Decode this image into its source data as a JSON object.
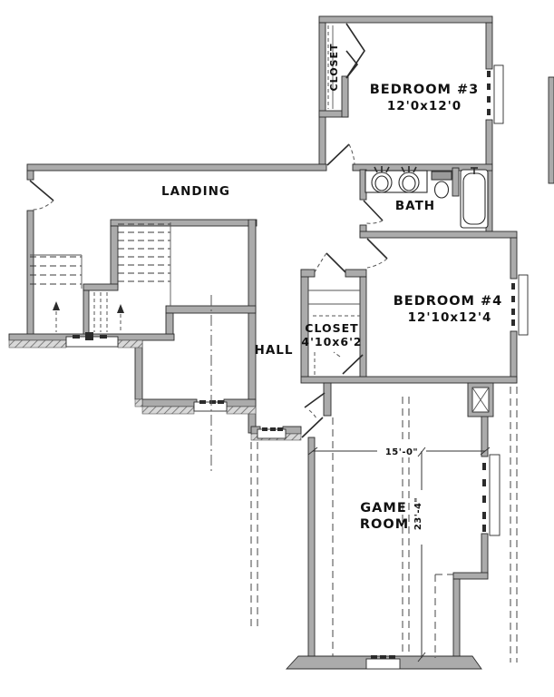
{
  "rooms": {
    "landing": {
      "label": "LANDING"
    },
    "bedroom3": {
      "label": "BEDROOM #3",
      "size": "12'0x12'0"
    },
    "closet_bedroom3": {
      "label": "CLOSET"
    },
    "bath": {
      "label": "BATH"
    },
    "bedroom4": {
      "label": "BEDROOM #4",
      "size": "12'10x12'4"
    },
    "closet_hall": {
      "label": "CLOSET",
      "size": "4'10x6'2"
    },
    "hall": {
      "label": "HALL"
    },
    "game_room": {
      "label_line1": "GAME",
      "label_line2": "ROOM"
    }
  },
  "dimensions": {
    "game_room_width": "15'-0\"",
    "game_room_height": "23'-4\""
  },
  "icons": [
    "sink-icon",
    "toilet-icon",
    "bathtub-icon",
    "stairs-icon",
    "chase-x-icon",
    "door-swing-icon",
    "window-icon"
  ],
  "colors": {
    "background": "#ffffff",
    "wall_fill": "#ababab",
    "line": "#2b2b2b",
    "text": "#111111"
  }
}
